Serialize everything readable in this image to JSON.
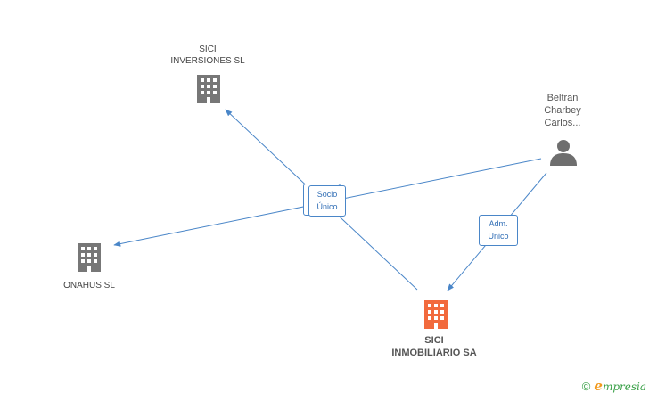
{
  "colors": {
    "edge": "#4a86c8",
    "building_gray": "#777777",
    "building_main": "#f26a3d",
    "person": "#6e6e6e",
    "brand_green": "#39a047",
    "brand_orange": "#f29a1d"
  },
  "nodes": {
    "sici_inversiones": {
      "label": "SICI\nINVERSIONES SL",
      "icon": "building-icon"
    },
    "onahus": {
      "label": "ONAHUS SL",
      "icon": "building-icon"
    },
    "sici_inmobiliario": {
      "label": "SICI\nINMOBILIARIO SA",
      "icon": "building-icon"
    },
    "beltran": {
      "label": "Beltran\nCharbey\nCarlos...",
      "icon": "person-icon"
    }
  },
  "edge_labels": {
    "socio_unico": "Socio\nÚnico",
    "adm_unico": "Adm.\nUnico"
  },
  "footer": {
    "copyright": "©",
    "brand_initial": "e",
    "brand_rest": "mpresia"
  }
}
